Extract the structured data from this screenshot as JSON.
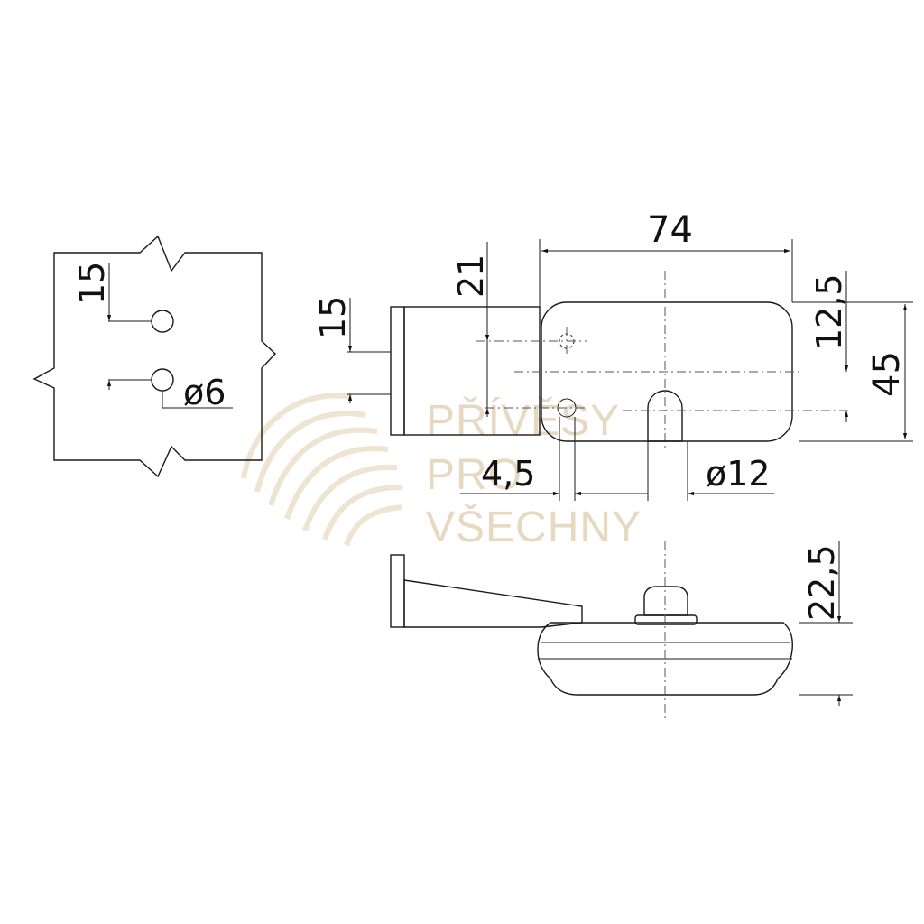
{
  "dimensions": {
    "left_spacing": "15",
    "left_hole_dia": "ø6",
    "bracket_height": "15",
    "offset_21": "21",
    "width_74": "74",
    "offset_12_5": "12,5",
    "height_45": "45",
    "offset_4_5": "4,5",
    "socket_dia": "ø12",
    "depth_22_5": "22,5"
  },
  "watermark": {
    "line1": "PŘÍVĚSY",
    "line2": "PRO",
    "line3": "VŠECHNY"
  },
  "colors": {
    "line": "#1a1a1a",
    "watermark": "#e7d8c2"
  }
}
